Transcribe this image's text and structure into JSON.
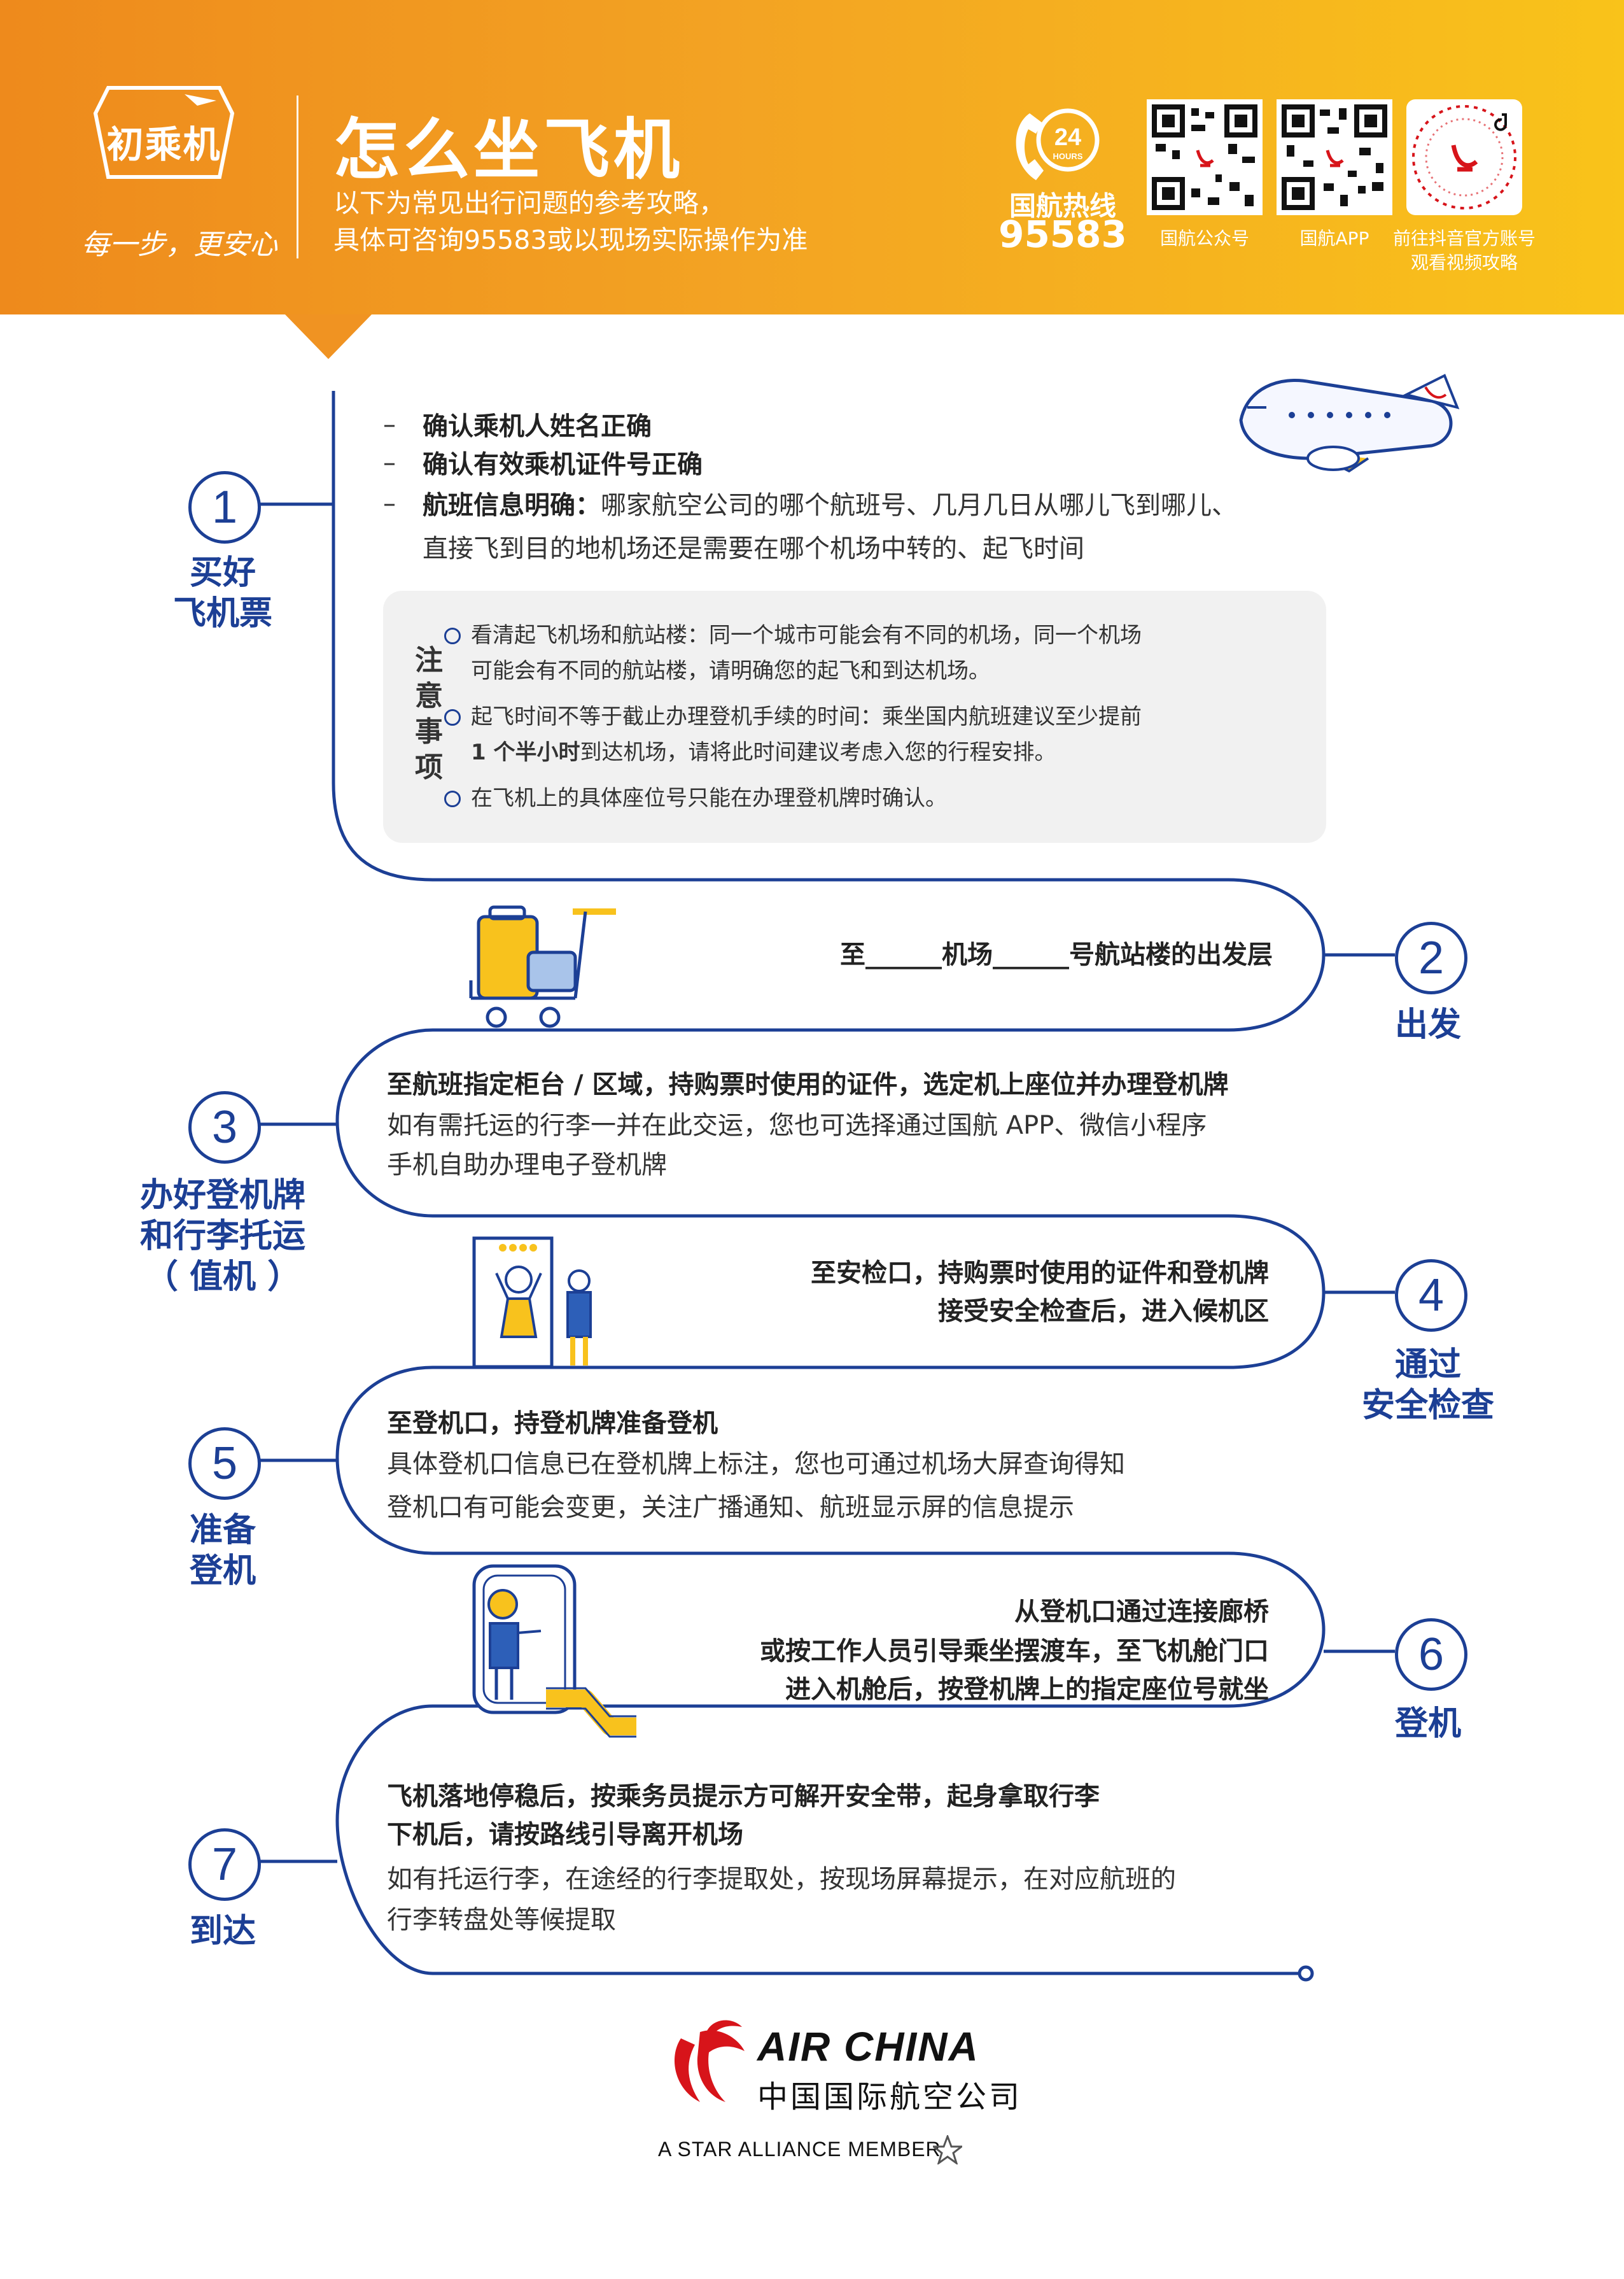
{
  "header": {
    "logo_text": "初乘机",
    "slogan": "每一步，更安心",
    "title": "怎么坐飞机",
    "subtitle_line1": "以下为常见出行问题的参考攻略，",
    "subtitle_line2": "具体可咨询95583或以现场实际操作为准",
    "hotline_badge": "24",
    "hotline_badge_small": "HOURS",
    "hotline_label": "国航热线",
    "hotline_number": "95583",
    "qr_labels": [
      "国航公众号",
      "国航APP",
      "前往抖音官方账号",
      "观看视频攻略"
    ]
  },
  "steps": {
    "s1": {
      "num": "1",
      "title_l1": "买好",
      "title_l2": "飞机票",
      "item1": "确认乘机人姓名正确",
      "item2": "确认有效乘机证件号正确",
      "item3_bold": "航班信息明确：",
      "item3_rest": "哪家航空公司的哪个航班号、几月几日从哪儿飞到哪儿、",
      "item3_l2": "直接飞到目的地机场还是需要在哪个机场中转的、起飞时间",
      "dash": "–",
      "notice_title": "注意事项",
      "notice1_l1": "看清起飞机场和航站楼：同一个城市可能会有不同的机场，同一个机场",
      "notice1_l2": "可能会有不同的航站楼，请明确您的起飞和到达机场。",
      "notice2_l1": "起飞时间不等于截止办理登机手续的时间：乘坐国内航班建议至少提前",
      "notice2_bold": "1 个半小时",
      "notice2_l2_rest": "到达机场，请将此时间建议考虑入您的行程安排。",
      "notice3": "在飞机上的具体座位号只能在办理登机牌时确认。"
    },
    "s2": {
      "num": "2",
      "title": "出发",
      "text": "至______机场______号航站楼的出发层"
    },
    "s3": {
      "num": "3",
      "title_l1": "办好登机牌",
      "title_l2": "和行李托运",
      "title_l3": "（ 值机 ）",
      "bold": "至航班指定柜台 / 区域，持购票时使用的证件，选定机上座位并办理登机牌",
      "l2": "如有需托运的行李一并在此交运，您也可选择通过国航 APP、微信小程序",
      "l3": "手机自助办理电子登机牌"
    },
    "s4": {
      "num": "4",
      "title_l1": "通过",
      "title_l2": "安全检查",
      "l1": "至安检口，持购票时使用的证件和登机牌",
      "l2": "接受安全检查后，进入候机区"
    },
    "s5": {
      "num": "5",
      "title_l1": "准备",
      "title_l2": "登机",
      "bold": "至登机口，持登机牌准备登机",
      "l2": "具体登机口信息已在登机牌上标注，您也可通过机场大屏查询得知",
      "l3": "登机口有可能会变更，关注广播通知、航班显示屏的信息提示"
    },
    "s6": {
      "num": "6",
      "title": "登机",
      "l1": "从登机口通过连接廊桥",
      "l2": "或按工作人员引导乘坐摆渡车，至飞机舱门口",
      "l3": "进入机舱后，按登机牌上的指定座位号就坐"
    },
    "s7": {
      "num": "7",
      "title": "到达",
      "l1": "飞机落地停稳后，按乘务员提示方可解开安全带，起身拿取行李",
      "l2": "下机后，请按路线引导离开机场",
      "l3": "如有托运行李，在途经的行李提取处，按现场屏幕提示，在对应航班的",
      "l4": "行李转盘处等候提取"
    }
  },
  "footer": {
    "brand_en": "AIR CHINA",
    "brand_cn": "中国国际航空公司",
    "alliance": "A STAR ALLIANCE MEMBER"
  },
  "colors": {
    "navy": "#1c3f95",
    "header_left": "#ee8a1c",
    "header_right": "#f9c31a",
    "airchina_red": "#d7141a",
    "accent_yellow": "#f8c21d"
  }
}
